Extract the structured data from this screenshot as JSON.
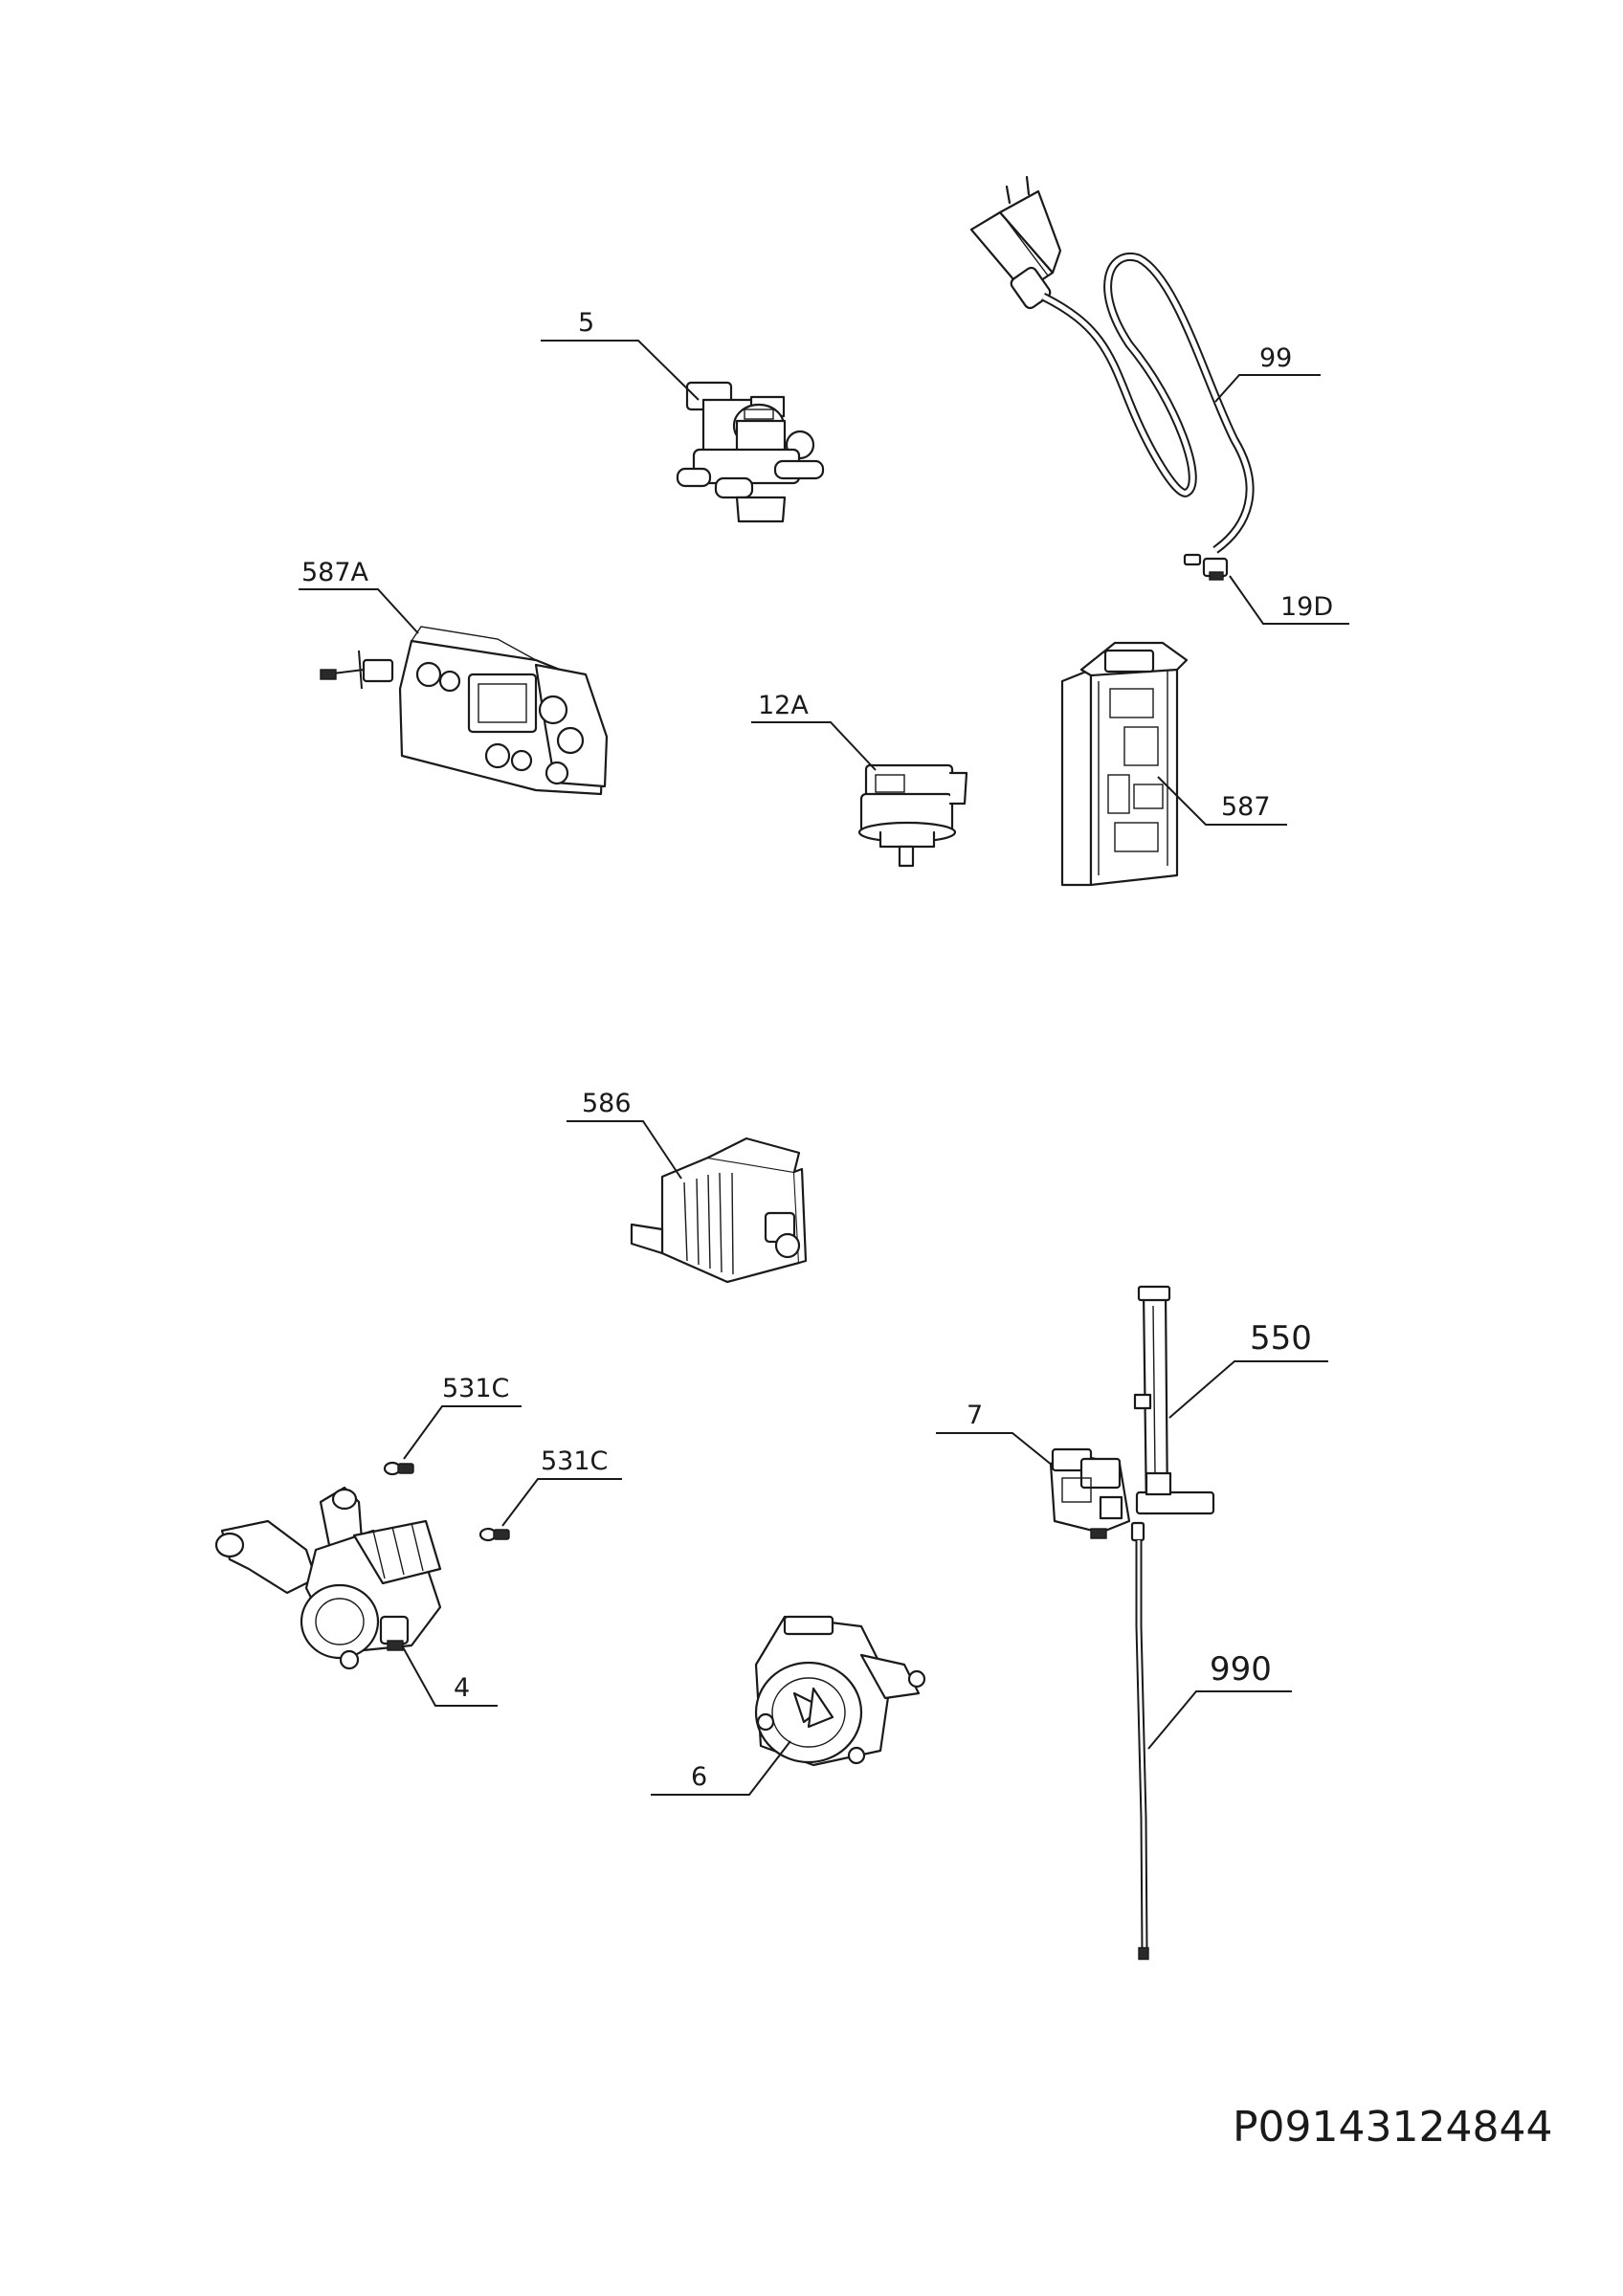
{
  "document_code": "P09143124844",
  "callouts": {
    "c5": "5",
    "c99": "99",
    "c587A": "587A",
    "c19D": "19D",
    "c12A": "12A",
    "c587": "587",
    "c586": "586",
    "c550": "550",
    "c531C_a": "531C",
    "c531C_b": "531C",
    "c7": "7",
    "c4": "4",
    "c990": "990",
    "c6": "6"
  }
}
